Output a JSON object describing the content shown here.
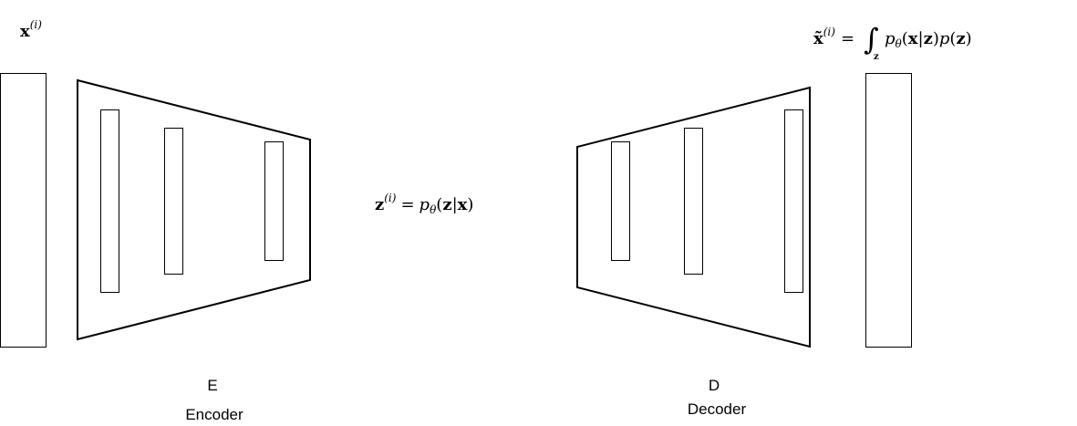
{
  "input": {
    "formula": {
      "symbol": "x",
      "superscript": "(i)"
    }
  },
  "latent": {
    "formula": {
      "symbol": "z",
      "superscript": "(i)",
      "equals": "=",
      "p": "p",
      "p_subscript": "θ",
      "open_paren": "(",
      "arg1": "z",
      "bar": "|",
      "arg2": "x",
      "close_paren": ")"
    }
  },
  "output": {
    "formula": {
      "symbol": "x̃",
      "superscript": "(i)",
      "equals": "=",
      "integral": "∫",
      "integral_lower": "z",
      "p": "p",
      "p_subscript": "θ",
      "open_paren": "(",
      "arg1": "x",
      "bar": "|",
      "arg2": "z",
      "close_paren": ")",
      "p2": "p",
      "open_paren2": "(",
      "arg3": "z",
      "close_paren2": ")"
    }
  },
  "encoder": {
    "letter": "E",
    "name": "Encoder"
  },
  "decoder": {
    "letter": "D",
    "name": "Decoder"
  }
}
